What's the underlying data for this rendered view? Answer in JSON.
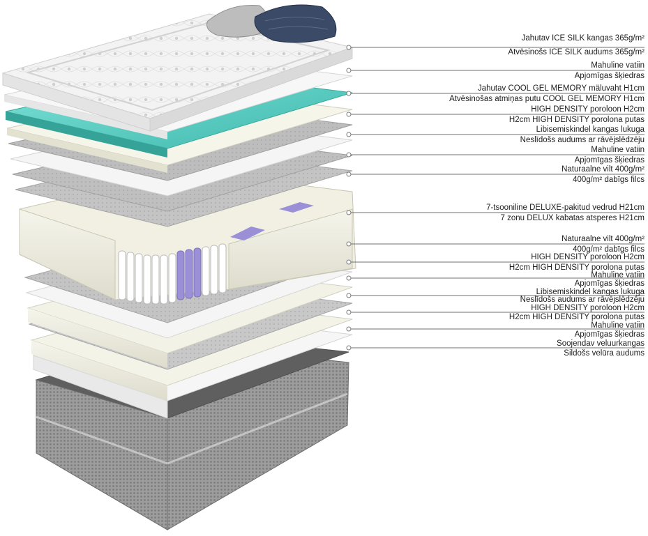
{
  "colors": {
    "cover": "#f2f2f2",
    "grey_felt": "#bfbfbf",
    "fiber": "#f7f7f7",
    "gel_memory": "#5fd3c8",
    "foam": "#efeee2",
    "pocket_spring_highlight": "#9b90d8",
    "base": "#8f8f8f",
    "callout_line": "#6f6f6f"
  },
  "pillows": [
    {
      "name": "pillow-grey"
    },
    {
      "name": "pillow-navy"
    }
  ],
  "callouts": [
    {
      "id": "c01",
      "lines": [
        "Jahutav ICE SILK kangas 365g/m²",
        "Atvēsinošs ICE SILK audums 365g/m²"
      ]
    },
    {
      "id": "c02",
      "lines": [
        "Mahuline vatiin",
        "Apjomīgas šķiedras"
      ]
    },
    {
      "id": "c03",
      "lines": [
        "Jahutav COOL GEL MEMORY mäluvaht H1cm",
        "Atvēsinošas atmiņas putu COOL GEL MEMORY H1cm"
      ]
    },
    {
      "id": "c04",
      "lines": [
        "HIGH DENSITY poroloon H2cm",
        "H2cm HIGH DENSITY porolona putas"
      ]
    },
    {
      "id": "c05",
      "lines": [
        "Libisemiskindel kangas lukuga",
        "Neslīdošs audums ar rāvējslēdzēju"
      ]
    },
    {
      "id": "c06",
      "lines": [
        "Mahuline vatiin",
        "Apjomīgas šķiedras"
      ]
    },
    {
      "id": "c07",
      "lines": [
        "Naturaalne vilt 400g/m²",
        "400g/m²  dabīgs filcs"
      ]
    },
    {
      "id": "c08",
      "lines": [
        "7-tsooniline DELUXE-pakitud vedrud H21cm",
        "7 zonu DELUX kabatas atsperes H21cm"
      ]
    },
    {
      "id": "c09",
      "lines": [
        "Naturaalne vilt 400g/m²",
        "400g/m²  dabīgs filcs"
      ]
    },
    {
      "id": "c10",
      "lines": [
        "HIGH DENSITY poroloon H2cm",
        "H2cm HIGH DENSITY porolona putas"
      ]
    },
    {
      "id": "c11",
      "lines": [
        "Mahuline vatiin",
        "Apjomīgas šķiedras"
      ]
    },
    {
      "id": "c12",
      "lines": [
        "Libisemiskindel kangas lukuga",
        "Neslīdošs audums ar rāvējslēdzēju"
      ]
    },
    {
      "id": "c13",
      "lines": [
        "HIGH DENSITY poroloon H2cm",
        "H2cm HIGH DENSITY porolona putas"
      ]
    },
    {
      "id": "c14",
      "lines": [
        "Mahuline vatiin",
        "Apjomīgas šķiedras"
      ]
    },
    {
      "id": "c15",
      "lines": [
        "Soojendav veluurkangas",
        "Sildošs velūra audums"
      ]
    }
  ]
}
